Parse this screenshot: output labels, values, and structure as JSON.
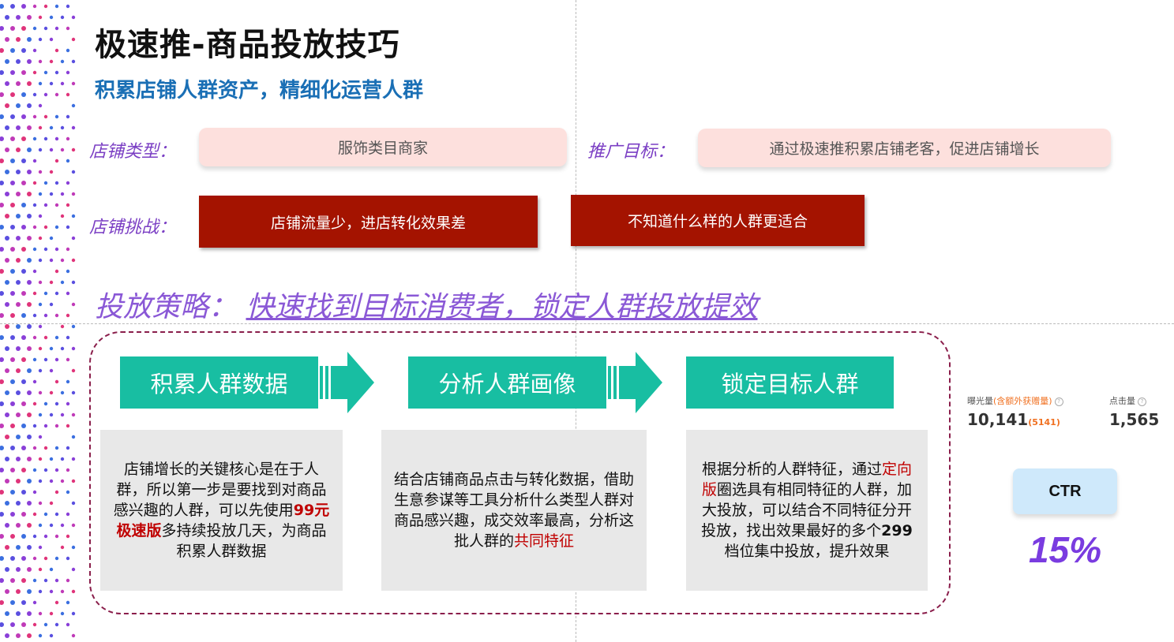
{
  "title": "极速推-商品投放技巧",
  "subtitle": "积累店铺人群资产，精细化运营人群",
  "store_type": {
    "label": "店铺类型：",
    "value": "服饰类目商家"
  },
  "promo_goal": {
    "label": "推广目标：",
    "value": "通过极速推积累店铺老客，促进店铺增长"
  },
  "store_challenge": {
    "label": "店铺挑战：",
    "items": [
      "店铺流量少，进店转化效果差",
      "不知道什么样的人群更适合"
    ]
  },
  "strategy": {
    "label": "投放策略：",
    "value": "快速找到目标消费者，锁定人群投放提效"
  },
  "steps": [
    {
      "title": "积累人群数据",
      "desc_parts": [
        "店铺增长的关键核心是在于人群，所以第一步是要找到对商品感兴趣的人群，可以先使用",
        "99元极速版",
        "多持续投放几天，为商品积累人群数据"
      ]
    },
    {
      "title": "分析人群画像",
      "desc_parts": [
        "结合店铺商品点击与转化数据，借助生意参谋等工具分析什么类型人群对商品感兴趣，成交效率最高，分析这批人群的",
        "共同特征",
        ""
      ]
    },
    {
      "title": "锁定目标人群",
      "desc_parts": [
        "根据分析的人群特征，通过",
        "定向版",
        "圈选具有相同特征的人群，加大投放，可以结合不同特征分开投放，找出效果最好的多个",
        "299",
        "档位集中投放，提升效果"
      ]
    }
  ],
  "stats": {
    "exposure_label": "曝光量",
    "exposure_extra_label": "(含额外获赠量)",
    "exposure_value": "10,141",
    "exposure_extra_value": "(5141)",
    "clicks_label": "点击量",
    "clicks_value": "1,565",
    "help_glyph": "?"
  },
  "ctr": {
    "label": "CTR",
    "value": "15%"
  },
  "colors": {
    "teal": "#18bea2",
    "dark_red": "#a41300",
    "purple": "#7b3fc4",
    "blue": "#1a6fb5"
  }
}
